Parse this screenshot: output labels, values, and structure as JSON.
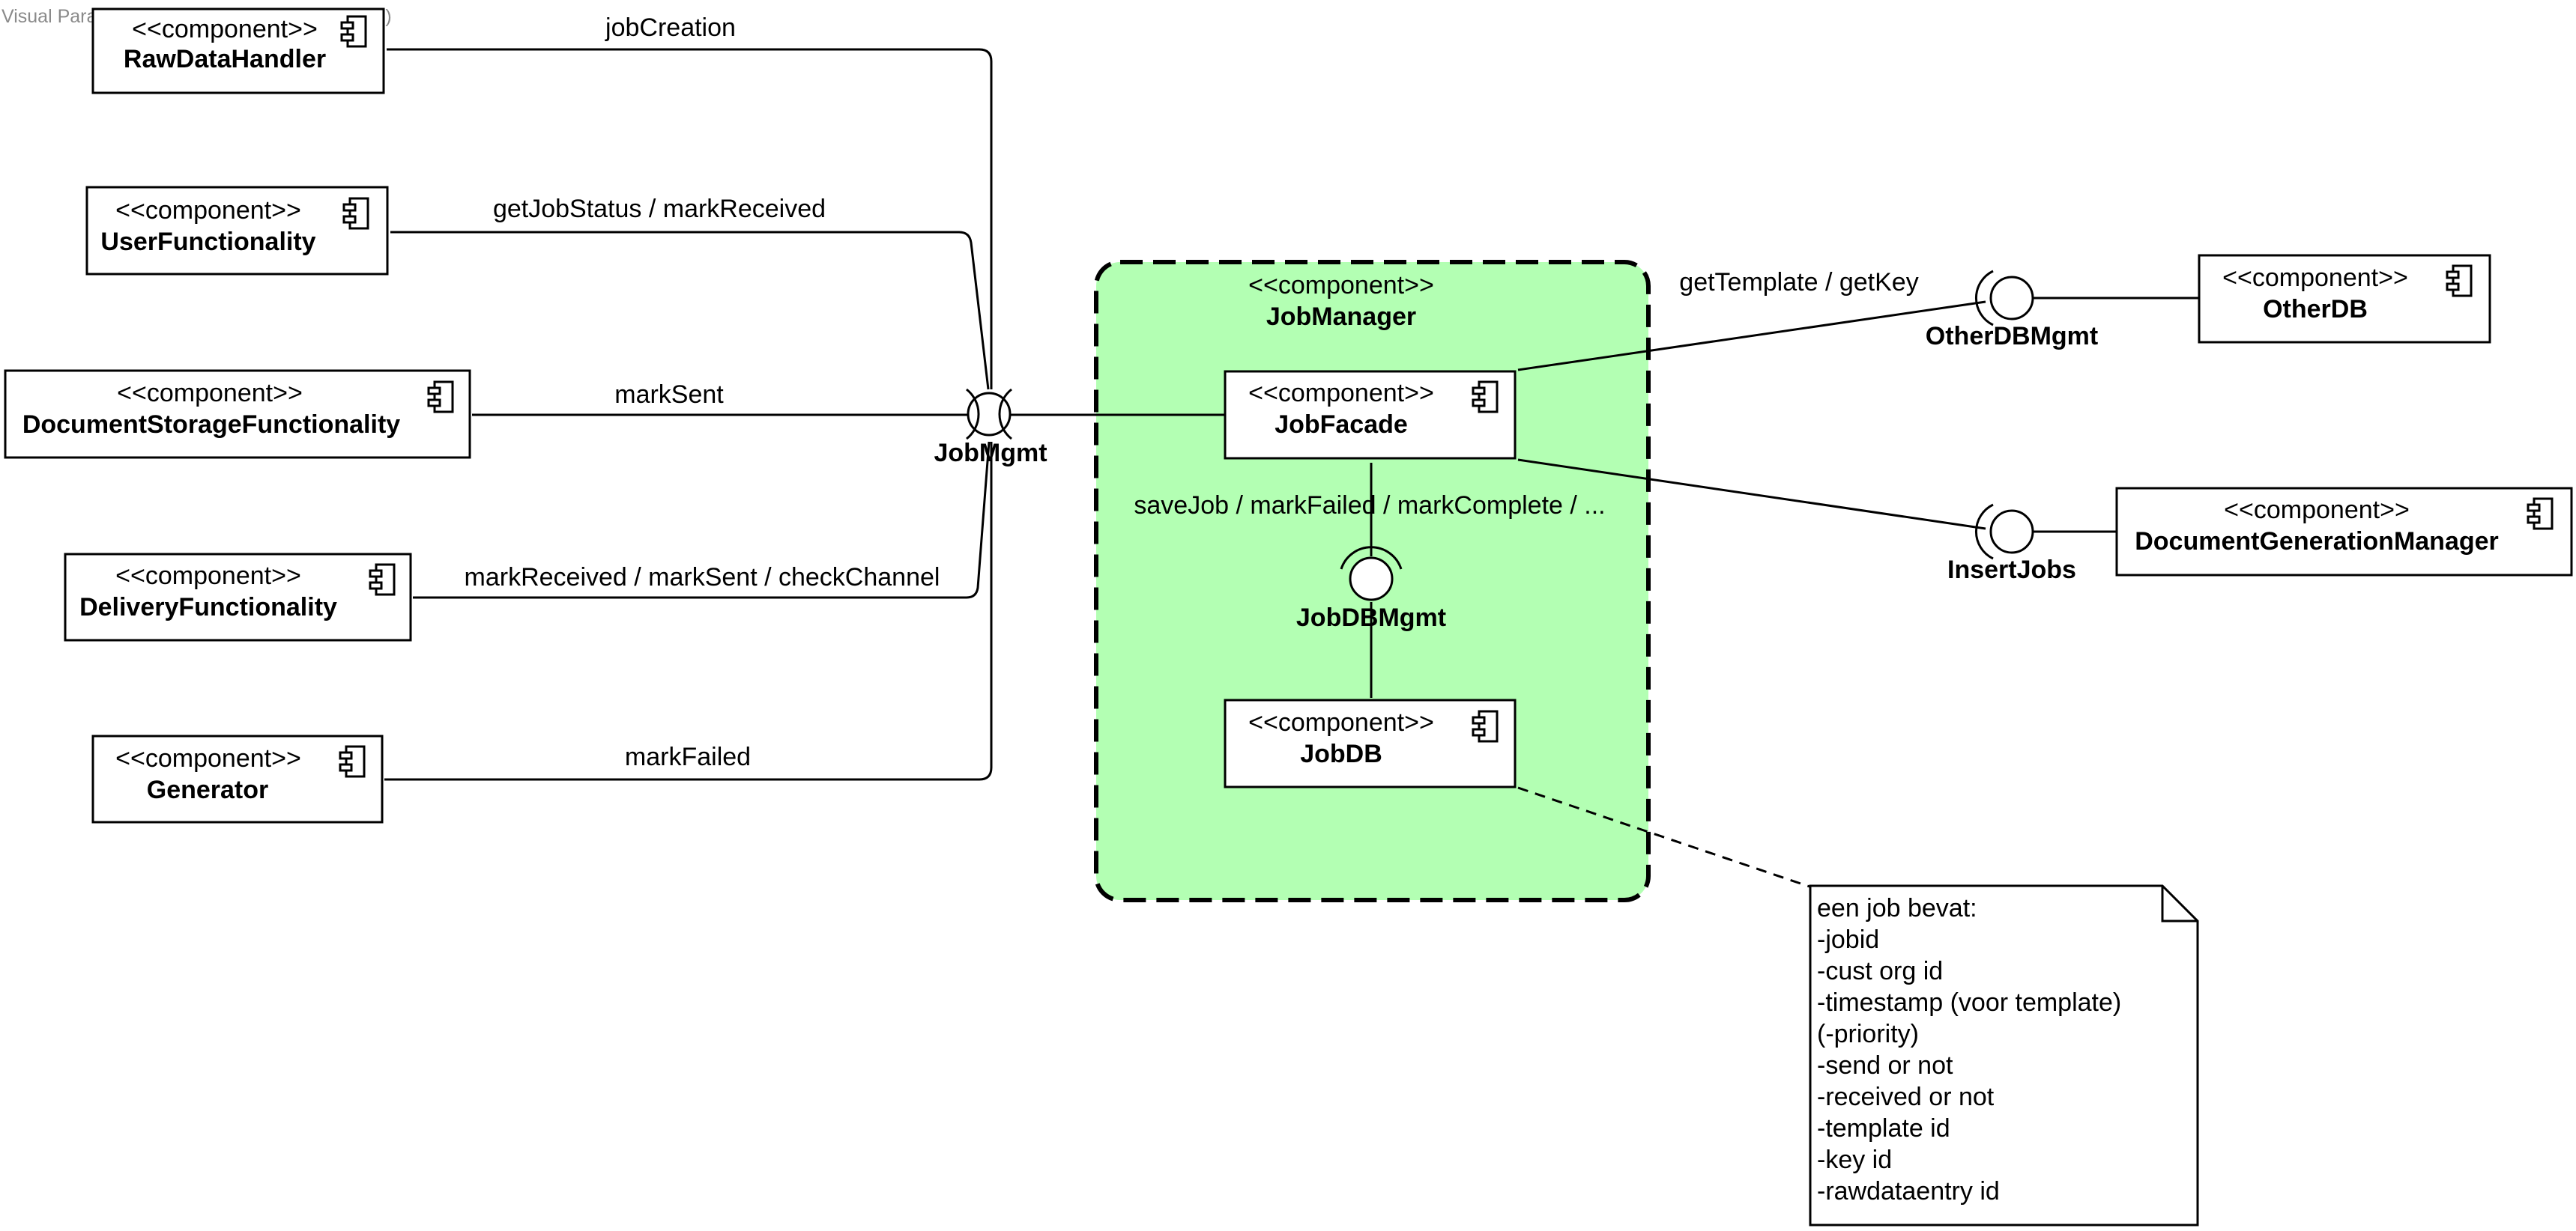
{
  "watermark": "Visual Paradigm Standard Edition(K.U.Leuven)",
  "stereotype": "<<component>>",
  "colors": {
    "jobmanager_fill": "#b3ffb3",
    "line": "#000000",
    "box_fill": "#ffffff"
  },
  "components": {
    "raw_data_handler": "RawDataHandler",
    "user_functionality": "UserFunctionality",
    "document_storage_functionality": "DocumentStorageFunctionality",
    "delivery_functionality": "DeliveryFunctionality",
    "generator": "Generator",
    "job_manager": "JobManager",
    "job_facade": "JobFacade",
    "job_db": "JobDB",
    "other_db": "OtherDB",
    "document_generation_manager": "DocumentGenerationManager"
  },
  "interfaces": {
    "job_mgmt": "JobMgmt",
    "job_db_mgmt": "JobDBMgmt",
    "other_db_mgmt": "OtherDBMgmt",
    "insert_jobs": "InsertJobs"
  },
  "connector_labels": {
    "job_creation": "jobCreation",
    "get_job_status": "getJobStatus / markReceived",
    "mark_sent": "markSent",
    "mark_received_sent_check": "markReceived / markSent / checkChannel",
    "mark_failed": "markFailed",
    "save_job": "saveJob / markFailed / markComplete / ...",
    "get_template": "getTemplate / getKey"
  },
  "note": {
    "lines": [
      "een job bevat:",
      "-jobid",
      "-cust org id",
      "-timestamp (voor template)",
      "(-priority)",
      "-send or not",
      "-received or not",
      "-template id",
      "-key id",
      "-rawdataentry id"
    ]
  }
}
